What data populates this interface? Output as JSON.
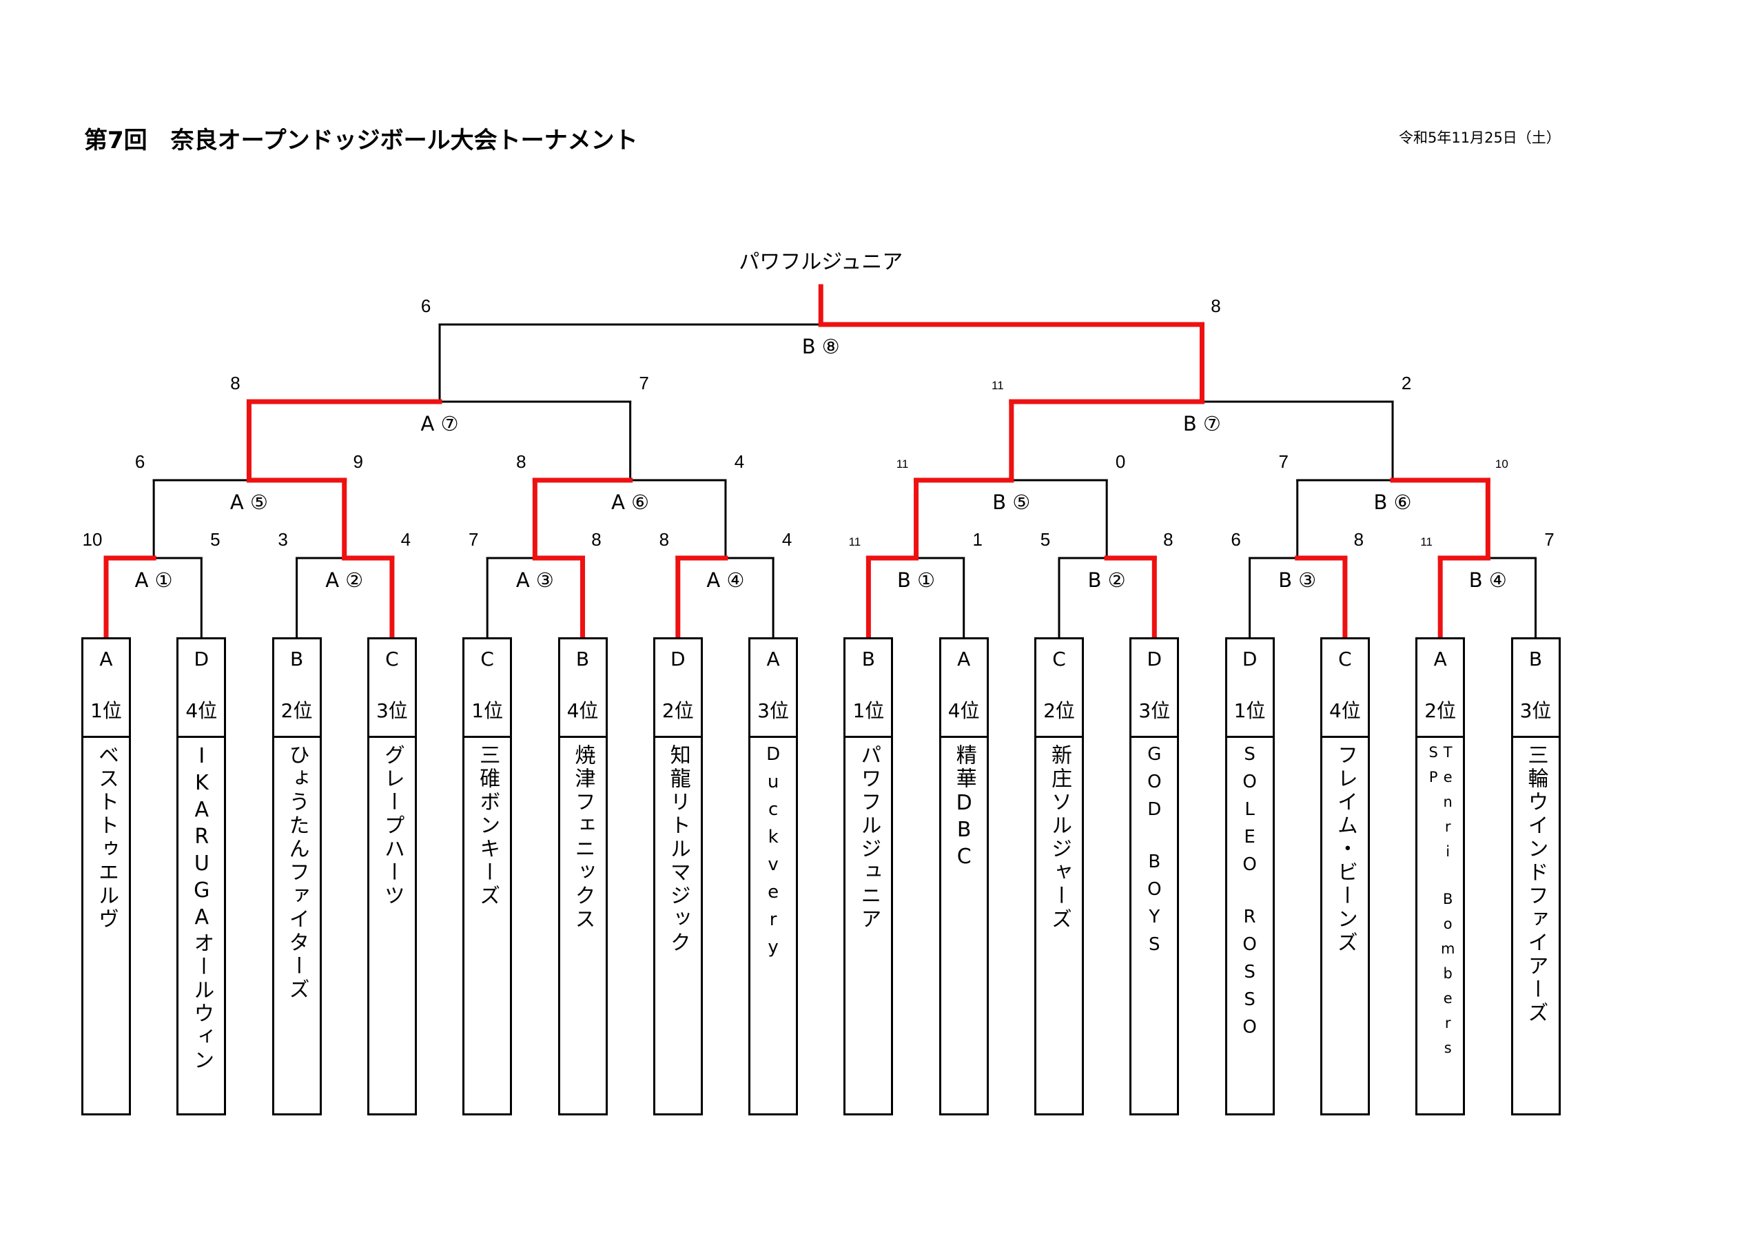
{
  "header": {
    "title": "第7回　奈良オープンドッジボール大会トーナメント",
    "date": "令和5年11月25日（土）"
  },
  "champion": "パワフルジュニア",
  "colors": {
    "winner_line": "#ee1111",
    "line": "#000000"
  },
  "teams": [
    {
      "group": "A",
      "rank": "1位",
      "name": "ベストトゥエルヴ"
    },
    {
      "group": "D",
      "rank": "4位",
      "name": "IKARUGAオールウィン"
    },
    {
      "group": "B",
      "rank": "2位",
      "name": "ひょうたんファイターズ"
    },
    {
      "group": "C",
      "rank": "3位",
      "name": "グレープハーツ"
    },
    {
      "group": "C",
      "rank": "1位",
      "name": "三碓ボンキーズ"
    },
    {
      "group": "B",
      "rank": "4位",
      "name": "焼津フェニックス"
    },
    {
      "group": "D",
      "rank": "2位",
      "name": "知龍リトルマジック"
    },
    {
      "group": "A",
      "rank": "3位",
      "name": "Duckvery"
    },
    {
      "group": "B",
      "rank": "1位",
      "name": "パワフルジュニア"
    },
    {
      "group": "A",
      "rank": "4位",
      "name": "精華DBC"
    },
    {
      "group": "C",
      "rank": "2位",
      "name": "新庄ソルジャーズ"
    },
    {
      "group": "D",
      "rank": "3位",
      "name": "GOD　BOYS"
    },
    {
      "group": "D",
      "rank": "1位",
      "name": "SOLEO　ROSSO"
    },
    {
      "group": "C",
      "rank": "4位",
      "name": "フレイム・ビーンズ"
    },
    {
      "group": "A",
      "rank": "2位",
      "name": "Tenri　Bombers　SP"
    },
    {
      "group": "B",
      "rank": "3位",
      "name": "三輪ウインドファイアーズ"
    }
  ],
  "rounds": [
    [
      {
        "label": "A ①",
        "scores": [
          "10",
          "5"
        ],
        "winner": 0
      },
      {
        "label": "A ②",
        "scores": [
          "3",
          "4"
        ],
        "winner": 1
      },
      {
        "label": "A ③",
        "scores": [
          "7",
          "8"
        ],
        "winner": 1
      },
      {
        "label": "A ④",
        "scores": [
          "8",
          "4"
        ],
        "winner": 0
      },
      {
        "label": "B ①",
        "scores": [
          "11",
          "1"
        ],
        "winner": 0
      },
      {
        "label": "B ②",
        "scores": [
          "5",
          "8"
        ],
        "winner": 1
      },
      {
        "label": "B ③",
        "scores": [
          "6",
          "8"
        ],
        "winner": 1
      },
      {
        "label": "B ④",
        "scores": [
          "11",
          "7"
        ],
        "winner": 0
      }
    ],
    [
      {
        "label": "A ⑤",
        "scores": [
          "6",
          "9"
        ],
        "winner": 1
      },
      {
        "label": "A ⑥",
        "scores": [
          "8",
          "4"
        ],
        "winner": 0
      },
      {
        "label": "B ⑤",
        "scores": [
          "11",
          "0"
        ],
        "winner": 0
      },
      {
        "label": "B ⑥",
        "scores": [
          "7",
          "10"
        ],
        "winner": 1
      }
    ],
    [
      {
        "label": "A ⑦",
        "scores": [
          "8",
          "7"
        ],
        "winner": 0
      },
      {
        "label": "B ⑦",
        "scores": [
          "11",
          "2"
        ],
        "winner": 0
      }
    ],
    [
      {
        "label": "B ⑧",
        "scores": [
          "6",
          "8"
        ],
        "winner": 1
      }
    ]
  ]
}
